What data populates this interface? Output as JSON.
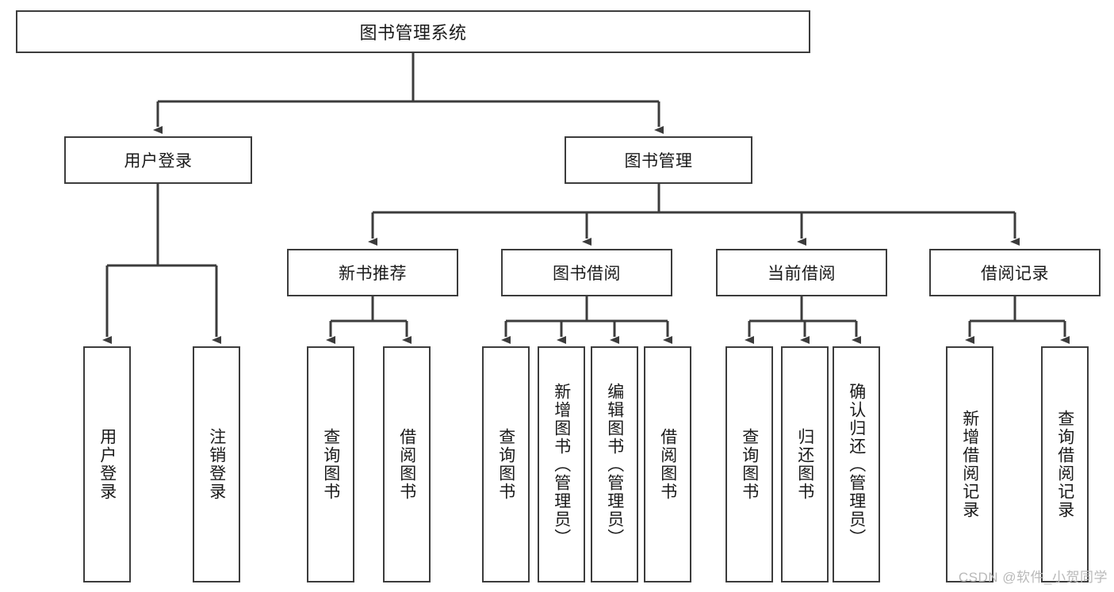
{
  "diagram": {
    "title_node": {
      "label": "图书管理系统"
    },
    "level2": [
      {
        "id": "user-login",
        "label": "用户登录"
      },
      {
        "id": "book-manage",
        "label": "图书管理"
      }
    ],
    "level3": [
      {
        "id": "new-book-rec",
        "label": "新书推荐"
      },
      {
        "id": "book-borrow",
        "label": "图书借阅"
      },
      {
        "id": "current-borrow",
        "label": "当前借阅"
      },
      {
        "id": "borrow-record",
        "label": "借阅记录"
      }
    ],
    "leaves": {
      "user_login": [
        {
          "id": "leaf-user-login",
          "label": "用户登录"
        },
        {
          "id": "leaf-logout",
          "label": "注销登录"
        }
      ],
      "new_book_rec": [
        {
          "id": "leaf-query-book-1",
          "label": "查询图书"
        },
        {
          "id": "leaf-borrow-book-1",
          "label": "借阅图书"
        }
      ],
      "book_borrow": [
        {
          "id": "leaf-query-book-2",
          "label": "查询图书"
        },
        {
          "id": "leaf-add-book",
          "label": "新增图书（管理员）"
        },
        {
          "id": "leaf-edit-book",
          "label": "编辑图书（管理员）"
        },
        {
          "id": "leaf-borrow-book-2",
          "label": "借阅图书"
        }
      ],
      "current_borrow": [
        {
          "id": "leaf-query-book-3",
          "label": "查询图书"
        },
        {
          "id": "leaf-return-book",
          "label": "归还图书"
        },
        {
          "id": "leaf-confirm-return",
          "label": "确认归还（管理员）"
        }
      ],
      "borrow_record": [
        {
          "id": "leaf-add-record",
          "label": "新增借阅记录"
        },
        {
          "id": "leaf-query-record",
          "label": "查询借阅记录"
        }
      ]
    },
    "watermark": "CSDN @软件_小贺同学",
    "colors": {
      "stroke": "#3c3c3c",
      "background": "#ffffff",
      "text": "#1a1a1a",
      "watermark": "#b9b9b9"
    }
  }
}
